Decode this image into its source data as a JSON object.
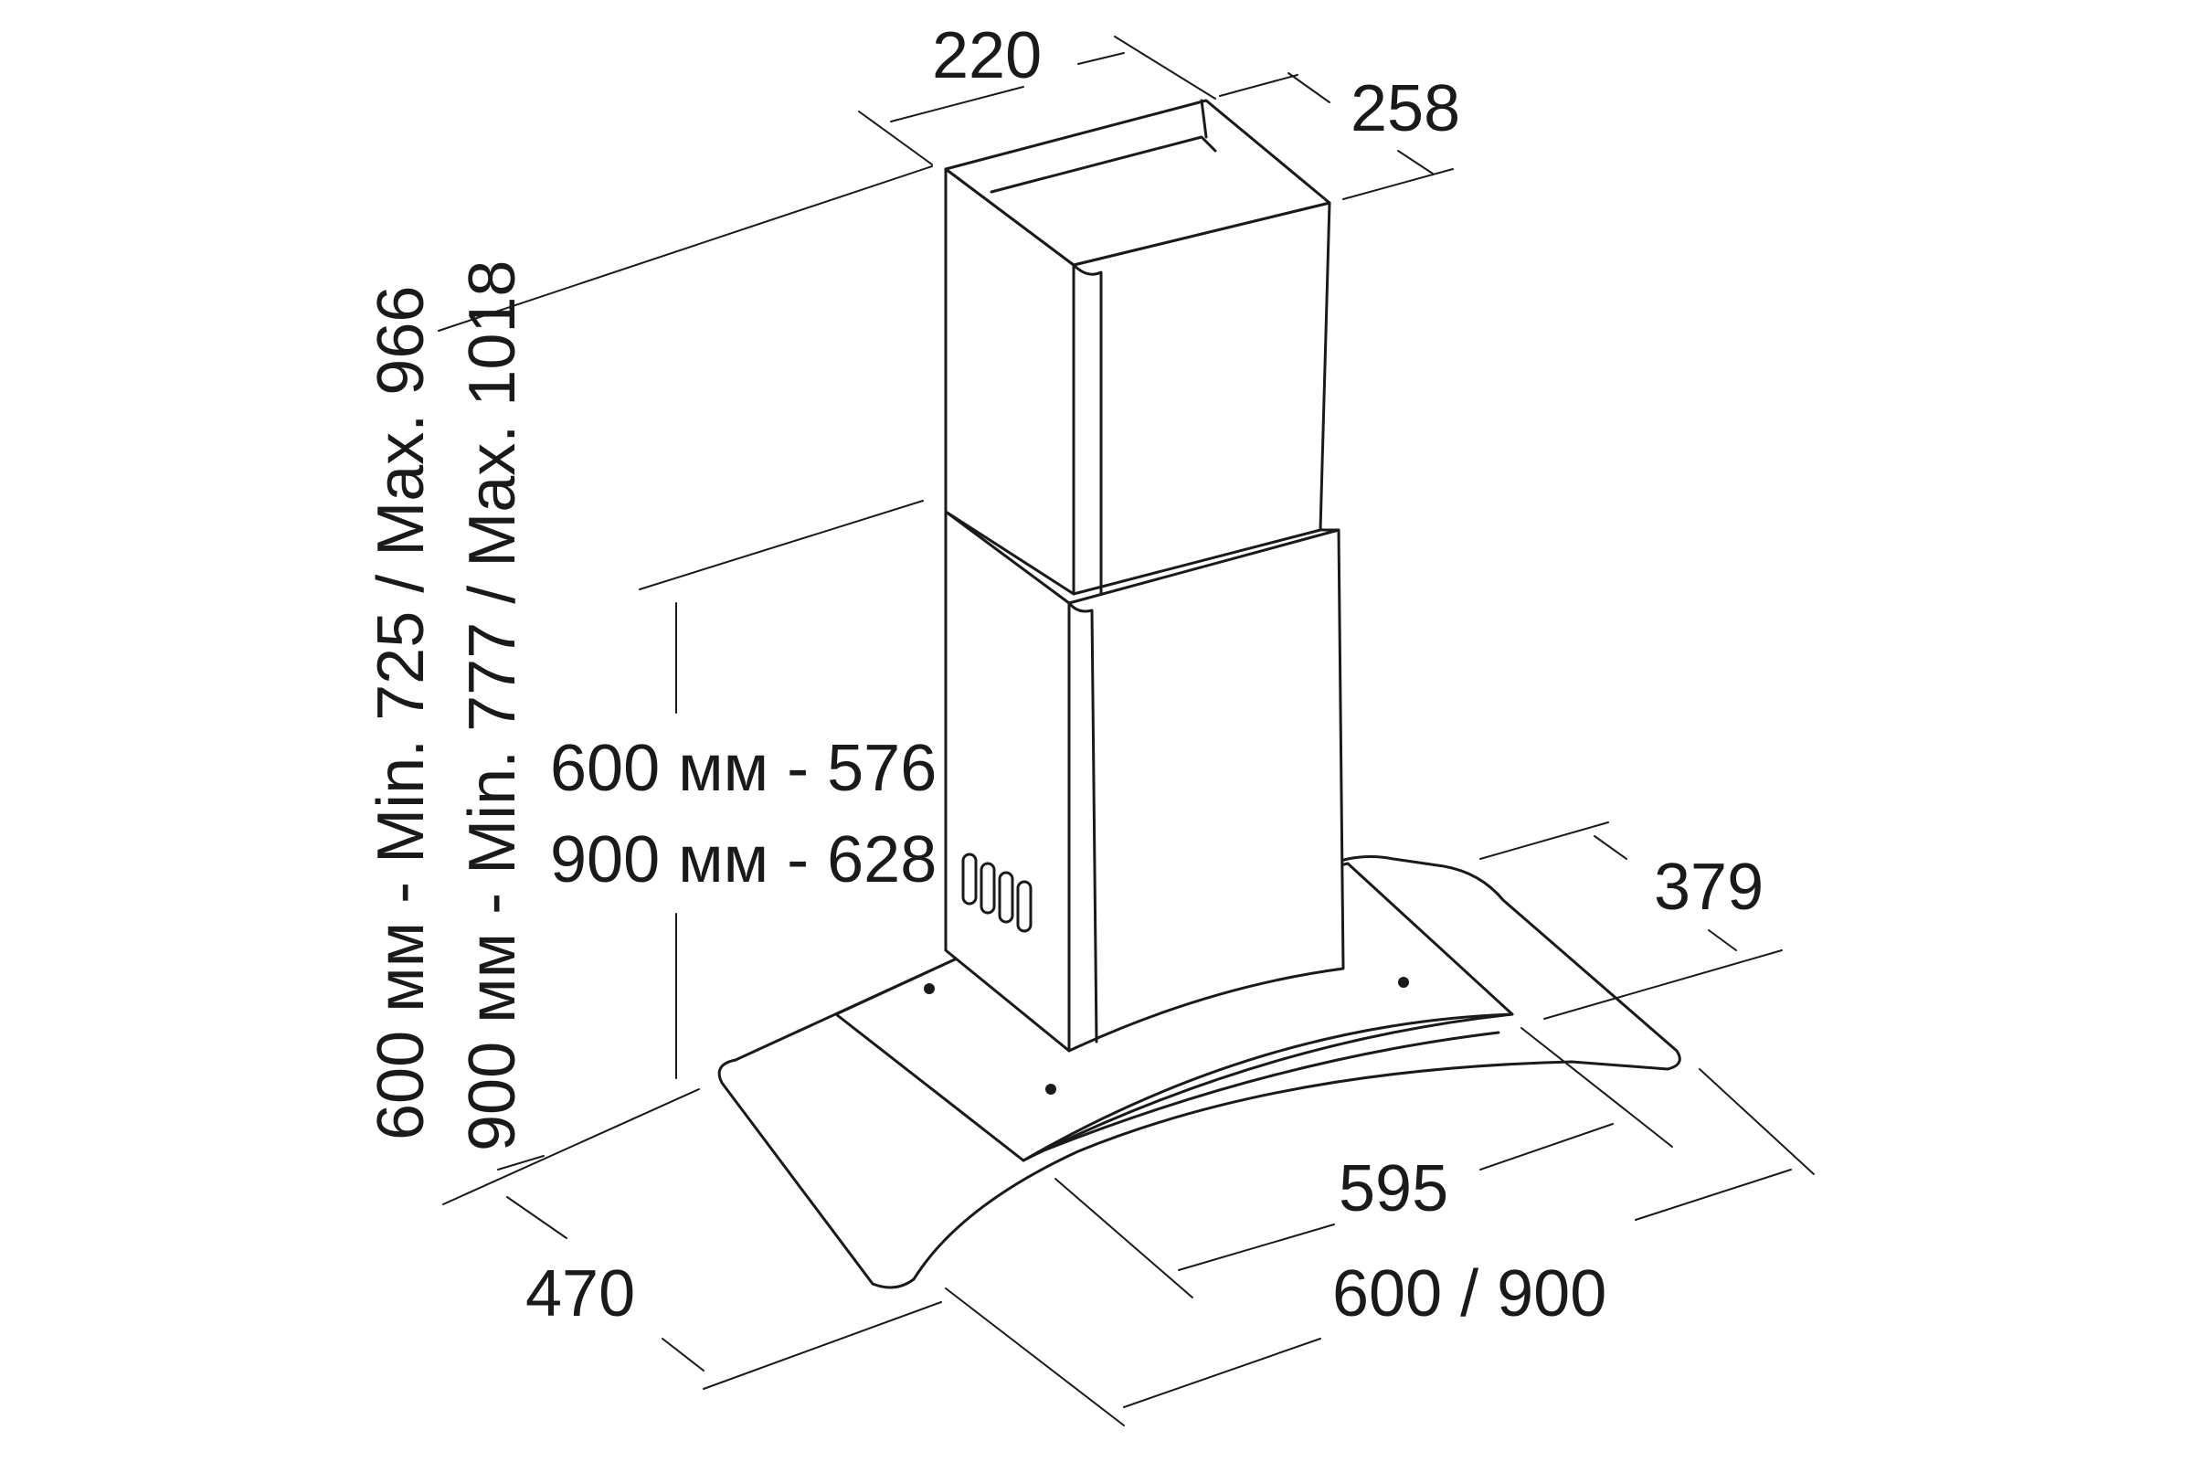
{
  "dimensions": {
    "chimney_width": "220",
    "chimney_depth": "258",
    "canopy_depth_back": "379",
    "canopy_depth_front": "470",
    "filter_width": "595",
    "hood_width": "600 / 900",
    "chimney_lower_600": "600 мм - 576",
    "chimney_lower_900": "900 мм - 628",
    "total_height_600": "600 мм - Min. 725 / Max. 966",
    "total_height_900": "900 мм - Min. 777 / Max. 1018"
  },
  "colors": {
    "line": "#1a1a1a",
    "background": "#ffffff"
  }
}
